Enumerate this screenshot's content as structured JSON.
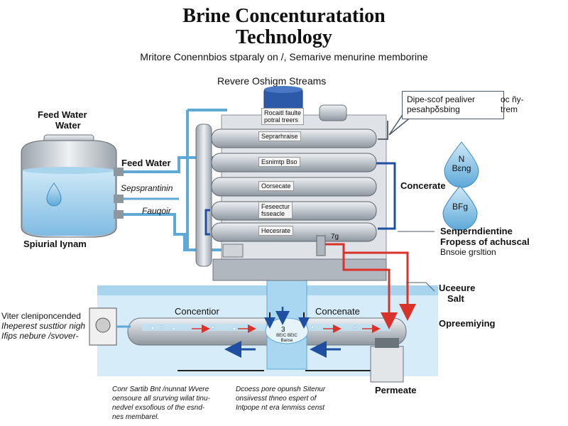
{
  "title_line1": "Brine Concenturatation",
  "title_line2": "Technology",
  "subtitle": "Mritore Conennbios stparaly on /, Semarive menurine memborine",
  "section_title": "Revere Oshigm Streams",
  "callout": {
    "line1": "Dipe-scof pealiver",
    "line2": "pesahpδsbing",
    "aside1": "oc ñy-",
    "aside2": "trem"
  },
  "tank": {
    "label1": "Feed Water",
    "label2": "Water",
    "bottom_label": "Spiurial Iynam"
  },
  "pipe_labels": {
    "feed_water": "Feed Water",
    "sepsprantinin": "Sepsprantinin",
    "fauqoir": "Fauqoir"
  },
  "vessel_top_label": "Rocaitl faulte\npotral treers",
  "membranes": [
    {
      "label": "Seprarhraise"
    },
    {
      "label": "Esnimtp Bso"
    },
    {
      "label": "Oorsecate"
    },
    {
      "label": "Feseectur\nfsseacle"
    },
    {
      "label": "Hecesrate"
    }
  ],
  "droplets": [
    {
      "text": "N\nBɛng"
    },
    {
      "text": "BFg"
    }
  ],
  "right_labels": {
    "concerate": "Concerate",
    "sen1": "Senperndientine",
    "sen2": "Fropess of achuscal",
    "sen3": "Bnsoie grsltion",
    "uceeure": "Uceeure",
    "salt": "Salt",
    "opr": "Opreemiying",
    "permeate": "Permeate",
    "valve_mark": "7g"
  },
  "bottom": {
    "left_title1": "Viter cleniponcended",
    "left_title2": "Iheperest susttior nigh",
    "left_title3": "Ifips nebure /svover-",
    "concentior": "Concentior",
    "concenate": "Concenate",
    "center_top": "3",
    "center_sub": "BEIC BEIC\nBanse",
    "note1_l1": "Conr Sartib Bnt /nunnat Wvere",
    "note1_l2": "oensoure all srurving wilat tinu-",
    "note1_l3": "nedvel exsofious of the esnd-",
    "note1_l4": "nes membarel.",
    "note2_l1": "Dcoess pore opunsh Sitenur",
    "note2_l2": "onsiivesst thneo espert of",
    "note2_l3": "Intpope nt era lenmiss censt"
  },
  "colors": {
    "water": "#9ed0ec",
    "water_dark": "#5fa9d6",
    "steel": "#c9ced3",
    "pipe_blue": "#1f4fa0",
    "red": "#d9322b"
  }
}
